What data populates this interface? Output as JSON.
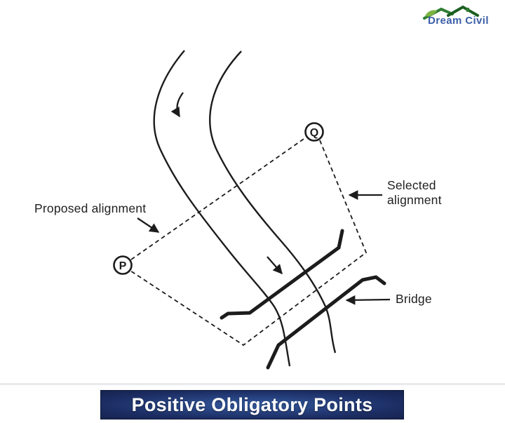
{
  "logo": {
    "brand": "Dream Civil"
  },
  "diagram": {
    "point_p": "P",
    "point_q": "Q",
    "label_proposed": "Proposed alignment",
    "label_selected": "Selected alignment",
    "label_bridge": "Bridge"
  },
  "banner": {
    "title": "Positive Obligatory Points"
  },
  "colors": {
    "ink": "#1c1c1c",
    "banner_bg_dark": "#15234e",
    "banner_bg_light": "#33599f",
    "banner_text": "#ffffff",
    "logo_text_blue": "#3b5fa8",
    "logo_roof_green": "#2e7d32",
    "logo_leaf_green": "#7cb342"
  }
}
